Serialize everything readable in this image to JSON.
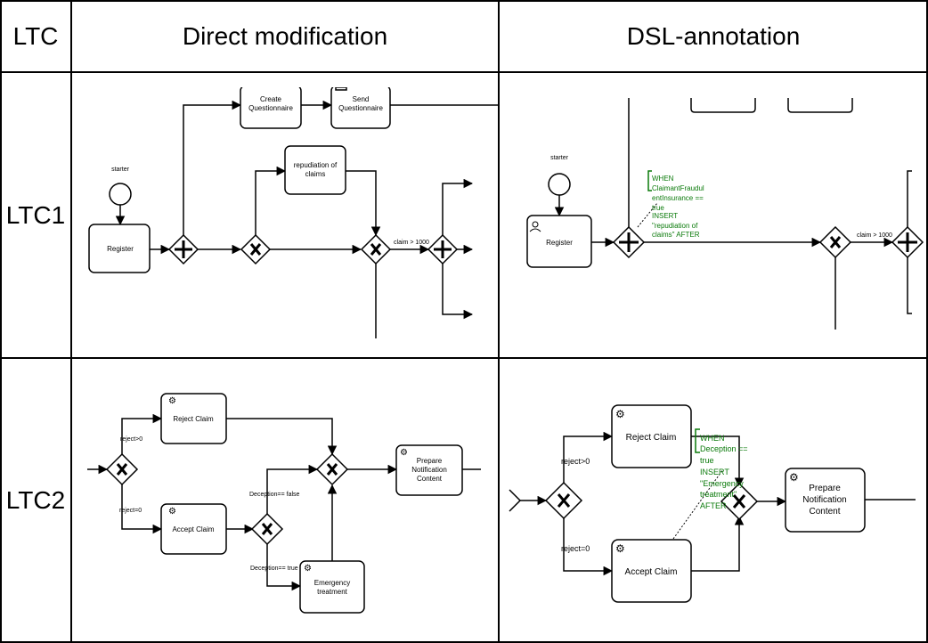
{
  "table": {
    "headers": [
      "LTC",
      "Direct modification",
      "DSL-annotation"
    ],
    "row_labels": [
      "LTC1",
      "LTC2"
    ]
  },
  "ltc1_direct": {
    "tasks": {
      "create_questionnaire": [
        "Create",
        "Questionnaire"
      ],
      "send_questionnaire": [
        "Send",
        "Questionnaire"
      ],
      "repudiation_of_claims": [
        "repudiation of",
        "claims"
      ],
      "register": "Register"
    },
    "start_event_label": "starter",
    "flow_label": "claim > 1000"
  },
  "ltc1_dsl": {
    "tasks": {
      "register": "Register"
    },
    "start_event_label": "starter",
    "flow_label": "claim > 1000",
    "annotation_lines": [
      "WHEN",
      "ClaimantFraudul",
      "entInsurance ==",
      "true",
      "INSERT",
      "\"repudiation of",
      "claims\" AFTER"
    ]
  },
  "ltc2_direct": {
    "tasks": {
      "reject_claim": "Reject Claim",
      "accept_claim": "Accept Claim",
      "prepare_notification": [
        "Prepare",
        "Notification",
        "Content"
      ],
      "emergency_treatment": [
        "Emergency",
        "treatment"
      ]
    },
    "flow_labels": {
      "reject": "reject>0",
      "accept": "reject=0",
      "deception_false": "Deception== false",
      "deception_true": "Deception== true"
    }
  },
  "ltc2_dsl": {
    "tasks": {
      "reject_claim": "Reject Claim",
      "accept_claim": "Accept Claim",
      "prepare_notification": [
        "Prepare",
        "Notification",
        "Content"
      ]
    },
    "flow_labels": {
      "reject": "reject>0",
      "accept": "reject=0"
    },
    "annotation_lines": [
      "WHEN",
      "Deception ==",
      "true",
      "INSERT",
      "\"Emergency",
      "treatment\"",
      "AFTER"
    ]
  }
}
